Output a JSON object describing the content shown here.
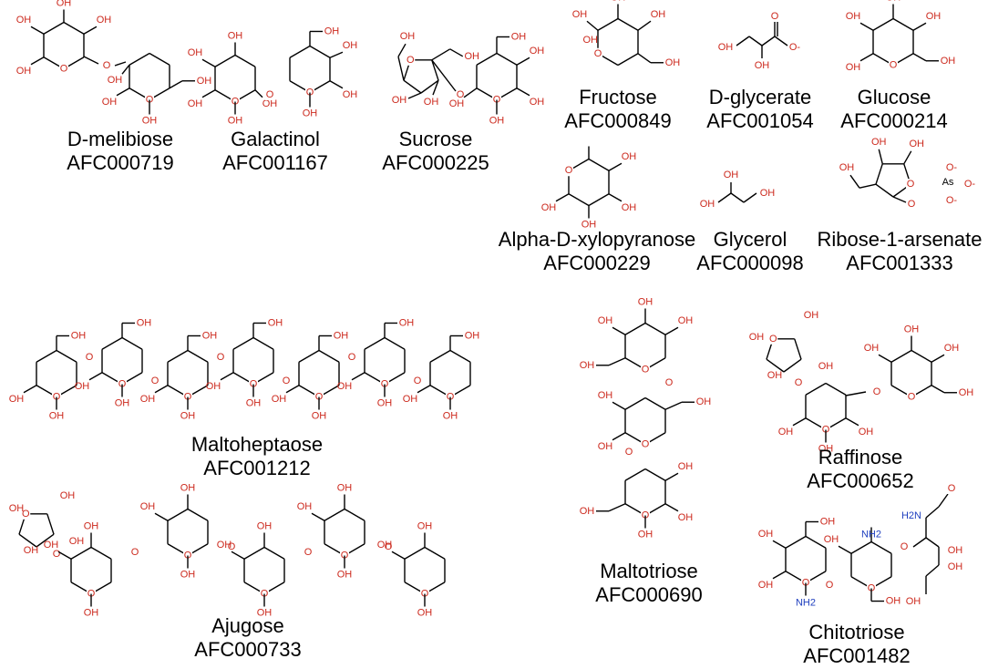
{
  "compounds": [
    {
      "key": "dmelibiose",
      "name": "D-melibiose",
      "id": "AFC000719"
    },
    {
      "key": "galactinol",
      "name": "Galactinol",
      "id": "AFC001167"
    },
    {
      "key": "sucrose",
      "name": "Sucrose",
      "id": "AFC000225"
    },
    {
      "key": "fructose",
      "name": "Fructose",
      "id": "AFC000849"
    },
    {
      "key": "dglycerate",
      "name": "D-glycerate",
      "id": "AFC001054"
    },
    {
      "key": "glucose",
      "name": "Glucose",
      "id": "AFC000214"
    },
    {
      "key": "xylopyranose",
      "name": "Alpha-D-xylopyranose",
      "id": "AFC000229"
    },
    {
      "key": "glycerol",
      "name": "Glycerol",
      "id": "AFC000098"
    },
    {
      "key": "ribosearsenate",
      "name": "Ribose-1-arsenate",
      "id": "AFC001333"
    },
    {
      "key": "maltoheptaose",
      "name": "Maltoheptaose",
      "id": "AFC001212"
    },
    {
      "key": "maltotriose",
      "name": "Maltotriose",
      "id": "AFC000690"
    },
    {
      "key": "raffinose",
      "name": "Raffinose",
      "id": "AFC000652"
    },
    {
      "key": "ajugose",
      "name": "Ajugose",
      "id": "AFC000733"
    },
    {
      "key": "chitotriose",
      "name": "Chitotriose",
      "id": "AFC001482"
    }
  ],
  "atom_labels": {
    "hydroxyl": "OH",
    "oxygen": "O",
    "amine": "NH2",
    "amine_left": "H2N",
    "arsenic": "As",
    "oxide": "O-",
    "carboxylate_o": "O",
    "aldehyde_o": "O"
  },
  "colors": {
    "bond": "#000000",
    "oxygen": "#cc2a1e",
    "nitrogen": "#1f3fbf",
    "text": "#000000"
  }
}
